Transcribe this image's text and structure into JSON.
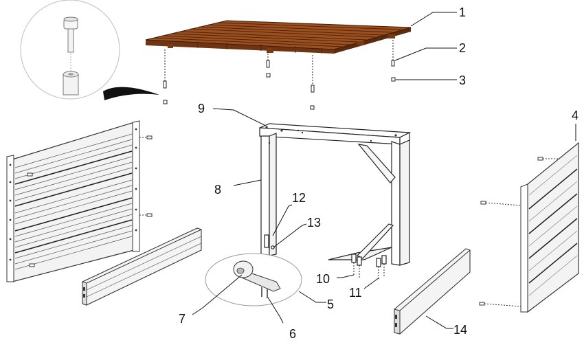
{
  "colors": {
    "wood": "#9c4f1f",
    "wood_dark": "#6f3512",
    "wood_light": "#b8673a",
    "panel": "#f2f2f2",
    "panel_line": "#555555",
    "frame": "#ffffff",
    "ink": "#111111",
    "zoom_circle": "#bbbbbb"
  },
  "callouts": [
    {
      "key": "c1",
      "text": "1"
    },
    {
      "key": "c2",
      "text": "2"
    },
    {
      "key": "c3",
      "text": "3"
    },
    {
      "key": "c4",
      "text": "4"
    },
    {
      "key": "c5",
      "text": "5"
    },
    {
      "key": "c6",
      "text": "6"
    },
    {
      "key": "c7",
      "text": "7"
    },
    {
      "key": "c8",
      "text": "8"
    },
    {
      "key": "c9",
      "text": "9"
    },
    {
      "key": "c10",
      "text": "10"
    },
    {
      "key": "c11",
      "text": "11"
    },
    {
      "key": "c12",
      "text": "12"
    },
    {
      "key": "c13",
      "text": "13"
    },
    {
      "key": "c14",
      "text": "14"
    }
  ],
  "labels": {
    "c1": "1",
    "c2": "2",
    "c3": "3",
    "c4": "4",
    "c5": "5",
    "c6": "6",
    "c7": "7",
    "c8": "8",
    "c9": "9",
    "c10": "10",
    "c11": "11",
    "c12": "12",
    "c13": "13",
    "c14": "14"
  }
}
